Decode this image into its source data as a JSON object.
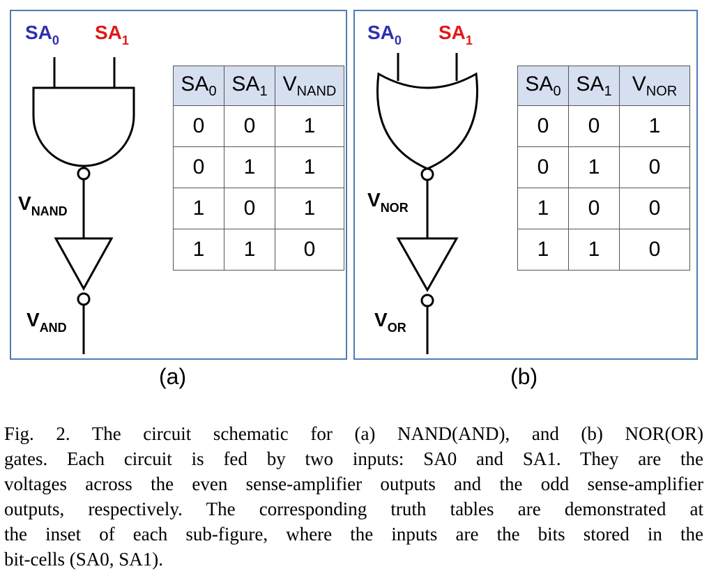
{
  "panel_a": {
    "input_0": "SA",
    "input_0_sub": "0",
    "input_1": "SA",
    "input_1_sub": "1",
    "mid_label": "V",
    "mid_label_sub": "NAND",
    "out_label": "V",
    "out_label_sub": "AND",
    "table": {
      "headers": [
        {
          "main": "SA",
          "sub": "0"
        },
        {
          "main": "SA",
          "sub": "1"
        },
        {
          "main": "V",
          "sub": "NAND"
        }
      ],
      "rows": [
        [
          "0",
          "0",
          "1"
        ],
        [
          "0",
          "1",
          "1"
        ],
        [
          "1",
          "0",
          "1"
        ],
        [
          "1",
          "1",
          "0"
        ]
      ]
    },
    "caption_letter": "(a)"
  },
  "panel_b": {
    "input_0": "SA",
    "input_0_sub": "0",
    "input_1": "SA",
    "input_1_sub": "1",
    "mid_label": "V",
    "mid_label_sub": "NOR",
    "out_label": "V",
    "out_label_sub": "OR",
    "table": {
      "headers": [
        {
          "main": "SA",
          "sub": "0"
        },
        {
          "main": "SA",
          "sub": "1"
        },
        {
          "main": "V",
          "sub": "NOR"
        }
      ],
      "rows": [
        [
          "0",
          "0",
          "1"
        ],
        [
          "0",
          "1",
          "0"
        ],
        [
          "1",
          "0",
          "0"
        ],
        [
          "1",
          "1",
          "0"
        ]
      ]
    },
    "caption_letter": "(b)"
  },
  "colors": {
    "sa0": "#2f2fb0",
    "sa1": "#e01818",
    "frame": "#4f7bb5",
    "table_header": "#d5dff0"
  },
  "caption": {
    "lines": [
      "Fig. 2.    The circuit schematic for (a) NAND(AND), and (b) NOR(OR)",
      "gates. Each circuit is fed by two inputs: SA0 and SA1. They are the",
      "voltages across the even sense-amplifier outputs and the odd sense-amplifier",
      "outputs, respectively. The corresponding truth tables are demonstrated at",
      "the inset of each sub-figure, where the inputs are the bits stored in the",
      "bit-cells (SA0, SA1)."
    ]
  }
}
